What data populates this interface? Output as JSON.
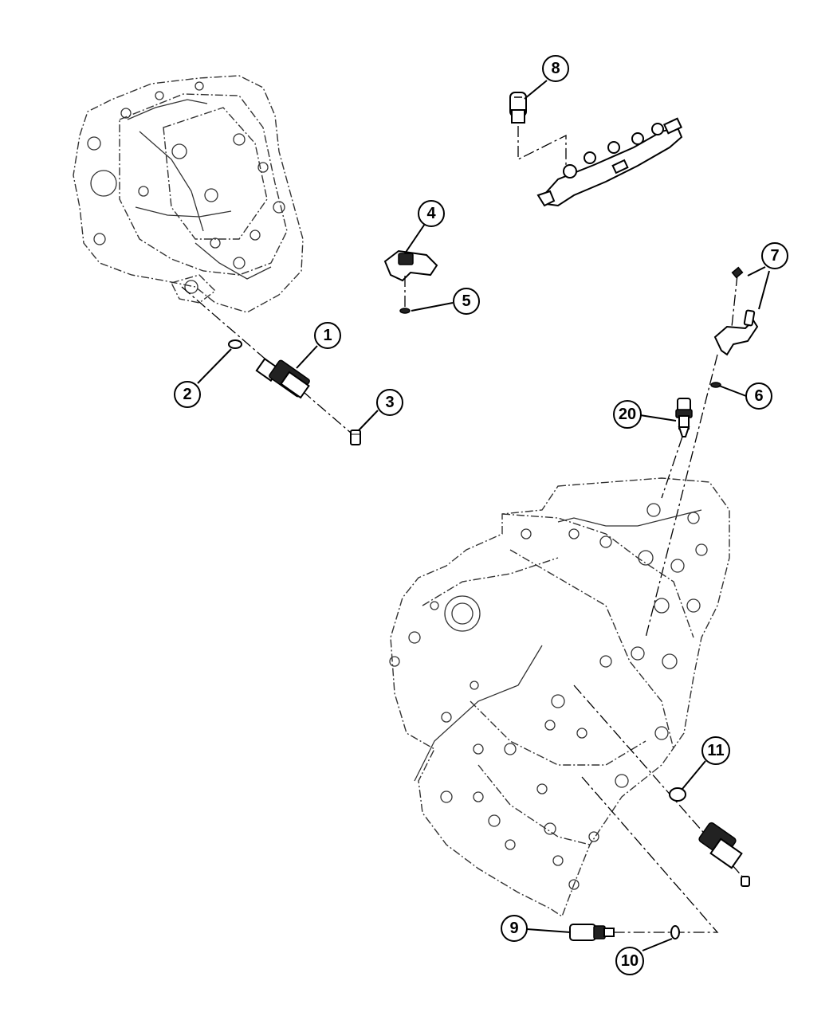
{
  "diagram": {
    "callouts": [
      {
        "id": "c1",
        "label": "1"
      },
      {
        "id": "c2",
        "label": "2"
      },
      {
        "id": "c3",
        "label": "3"
      },
      {
        "id": "c4",
        "label": "4"
      },
      {
        "id": "c5",
        "label": "5"
      },
      {
        "id": "c6",
        "label": "6"
      },
      {
        "id": "c7",
        "label": "7"
      },
      {
        "id": "c8",
        "label": "8"
      },
      {
        "id": "c9",
        "label": "9"
      },
      {
        "id": "c10",
        "label": "10"
      },
      {
        "id": "c11",
        "label": "11"
      },
      {
        "id": "c20",
        "label": "20"
      }
    ]
  }
}
